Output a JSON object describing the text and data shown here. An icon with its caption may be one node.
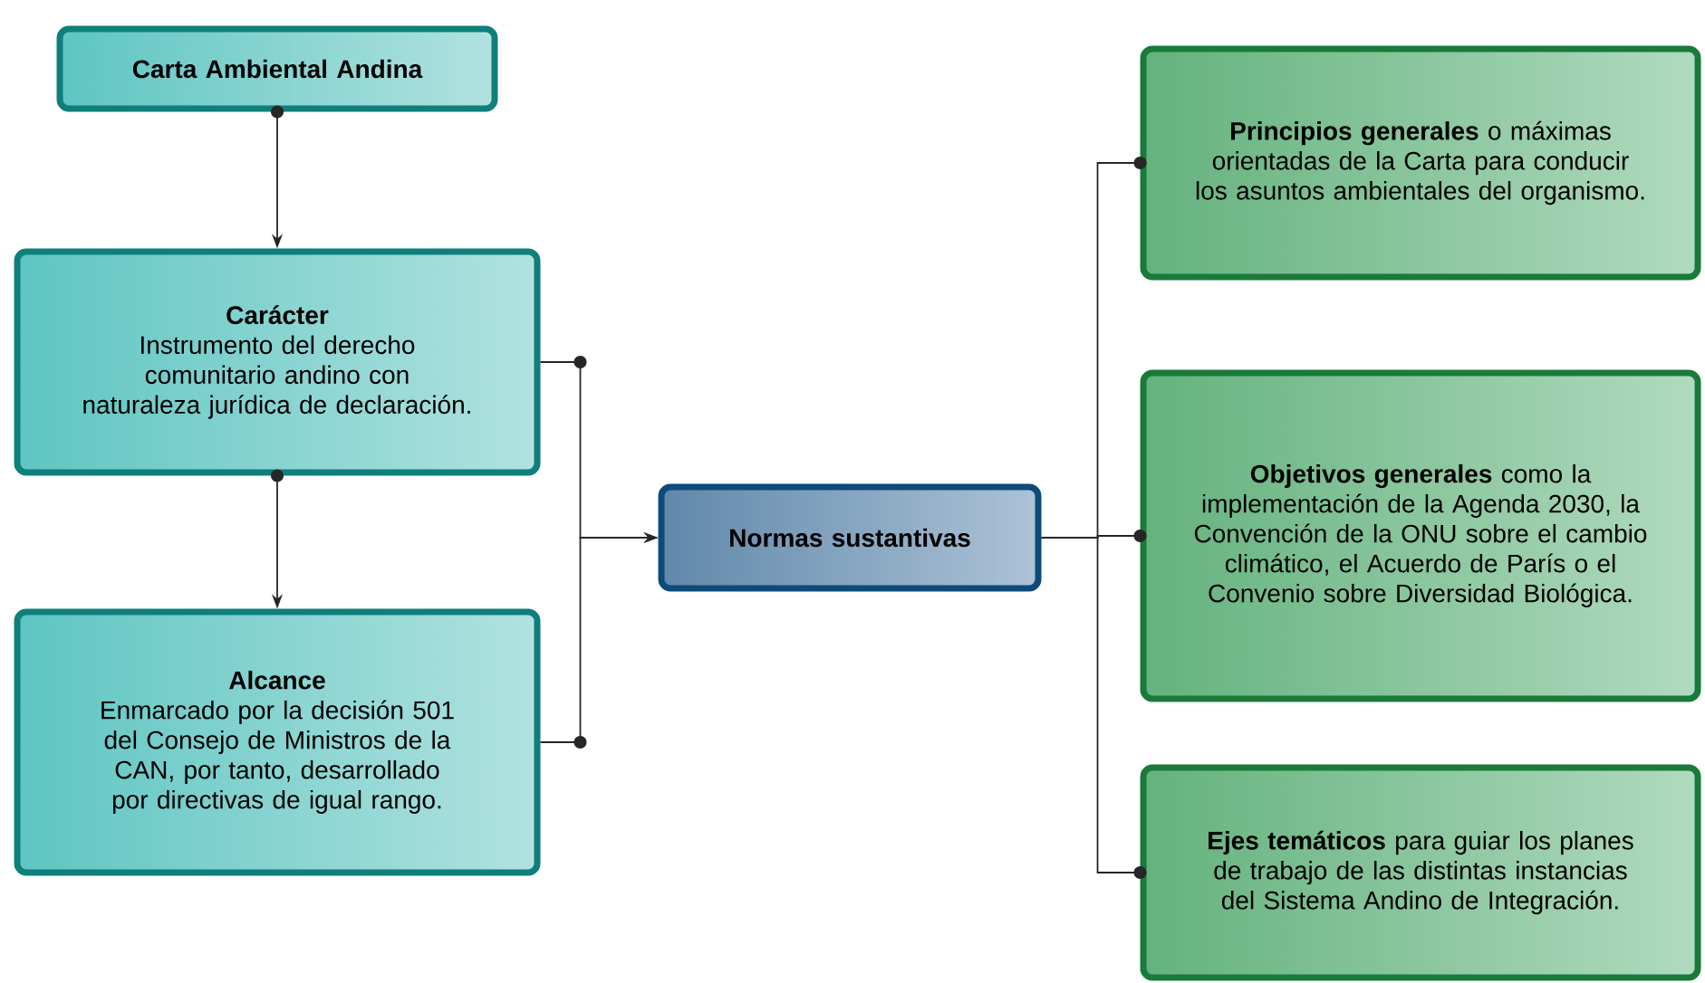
{
  "diagram": {
    "nodes": [
      {
        "text": [
          "Carta Ambiental Andina"
        ]
      },
      {
        "text": [
          "Carácter",
          "Instrumento del derecho comunitario andino con naturaleza jurídica de declaración."
        ]
      },
      {
        "text": [
          "Alcance",
          "Enmarcado por la decisión 501 del Consejo de Ministros de la CAN, por tanto, desarrollado por directivas de igual rango."
        ]
      },
      {
        "text": [
          "Normas sustantivas"
        ]
      },
      {
        "text": [
          "**Principios generales** o máximas orientadas de la Carta para conducir los asuntos ambientales del organismo."
        ]
      },
      {
        "text": [
          "**Objetivos generales** como la implementación de la Agenda 2030, la Convención de la ONU sobre el cambio climático, el Acuerdo de París o el Convenio sobre Diversidad Biológica."
        ]
      },
      {
        "text": [
          "**Ejes temáticos** para guiar los planes de trabajo de las distintas instancias del Sistema Andino de Integración."
        ]
      }
    ],
    "edges": [
      {
        "from": 0,
        "to": 1,
        "arrow": "to"
      },
      {
        "from": 1,
        "to": 2,
        "arrow": "to"
      },
      {
        "from": 1,
        "to": 3,
        "arrow": "to"
      },
      {
        "from": 2,
        "to": 3,
        "arrow": "to"
      },
      {
        "from": 3,
        "to": 4,
        "arrow": "other"
      },
      {
        "from": 3,
        "to": 5,
        "arrow": "other"
      },
      {
        "from": 3,
        "to": 6,
        "arrow": "other"
      }
    ]
  }
}
